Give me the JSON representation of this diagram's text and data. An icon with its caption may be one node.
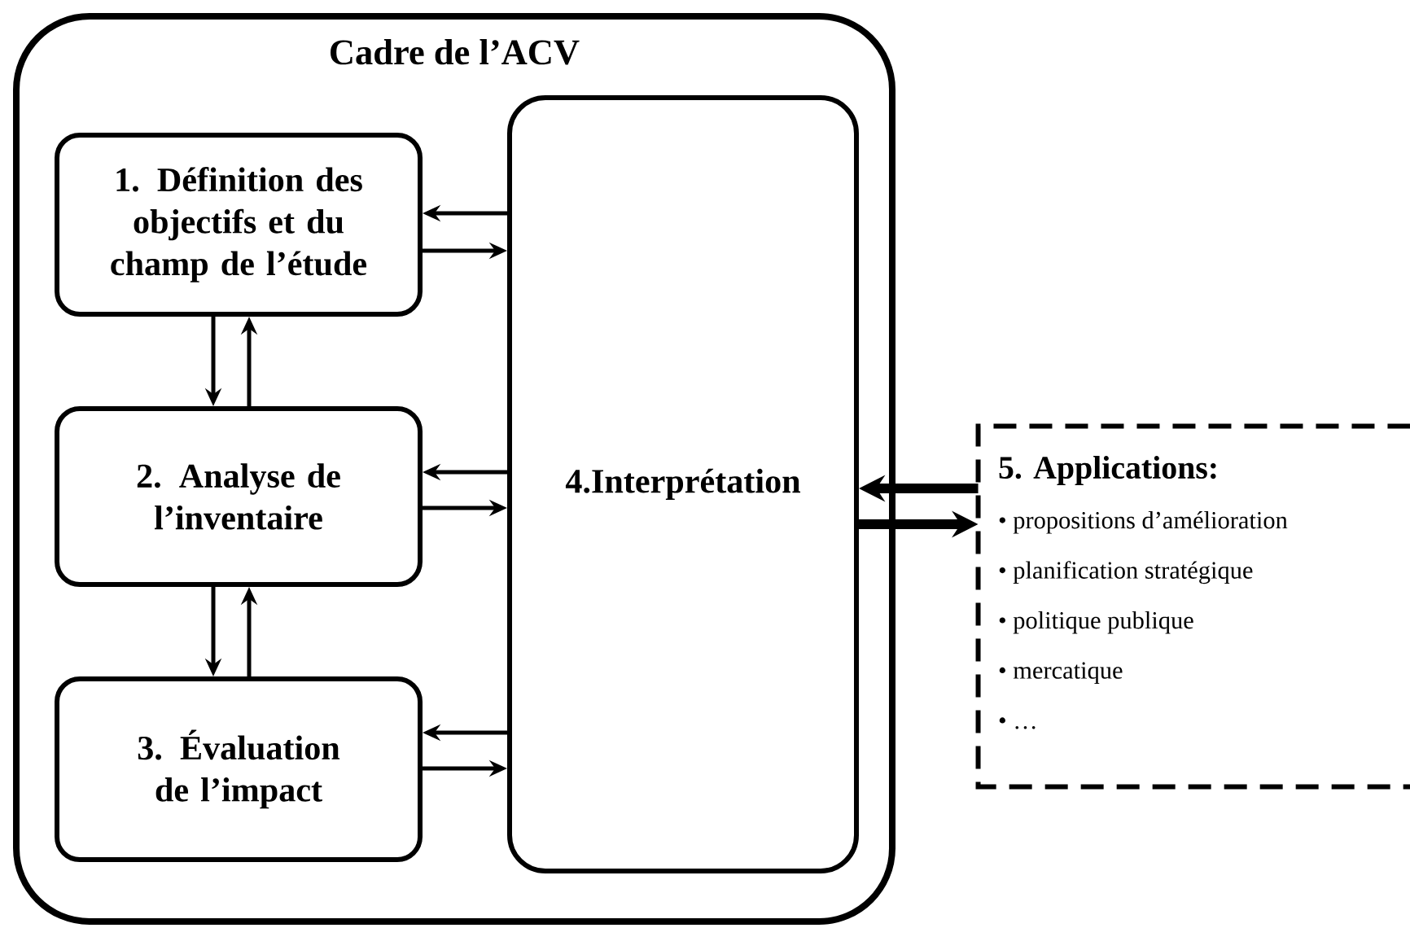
{
  "diagram": {
    "nodes": [
      {
        "text": [
          "Cadre de l’ACV"
        ]
      },
      {
        "text": [
          "1. Définition des objectifs et du champ de l’étude"
        ],
        "in": 0
      },
      {
        "text": [
          "2. Analyse de l’inventaire"
        ],
        "in": 0
      },
      {
        "text": [
          "3. Évaluation de l’impact"
        ],
        "in": 0
      },
      {
        "text": [
          "4.Interprétation"
        ],
        "in": 0
      },
      {
        "text": [
          "5. Applications:",
          "• propositions d’amélioration",
          "• planification stratégique",
          "• politique publique",
          "• mercatique",
          "• …"
        ]
      }
    ],
    "edges": [
      {
        "from": 1,
        "to": 2,
        "arrow": "to"
      },
      {
        "from": 2,
        "to": 1,
        "arrow": "to"
      },
      {
        "from": 2,
        "to": 3,
        "arrow": "to"
      },
      {
        "from": 3,
        "to": 2,
        "arrow": "to"
      },
      {
        "from": 4,
        "to": 1,
        "arrow": "to"
      },
      {
        "from": 1,
        "to": 4,
        "arrow": "to"
      },
      {
        "from": 4,
        "to": 2,
        "arrow": "to"
      },
      {
        "from": 2,
        "to": 4,
        "arrow": "to"
      },
      {
        "from": 4,
        "to": 3,
        "arrow": "to"
      },
      {
        "from": 3,
        "to": 4,
        "arrow": "to"
      },
      {
        "from": 5,
        "to": 4,
        "arrow": "to",
        "style": "thick"
      },
      {
        "from": 4,
        "to": 5,
        "arrow": "to",
        "style": "thick"
      }
    ]
  }
}
